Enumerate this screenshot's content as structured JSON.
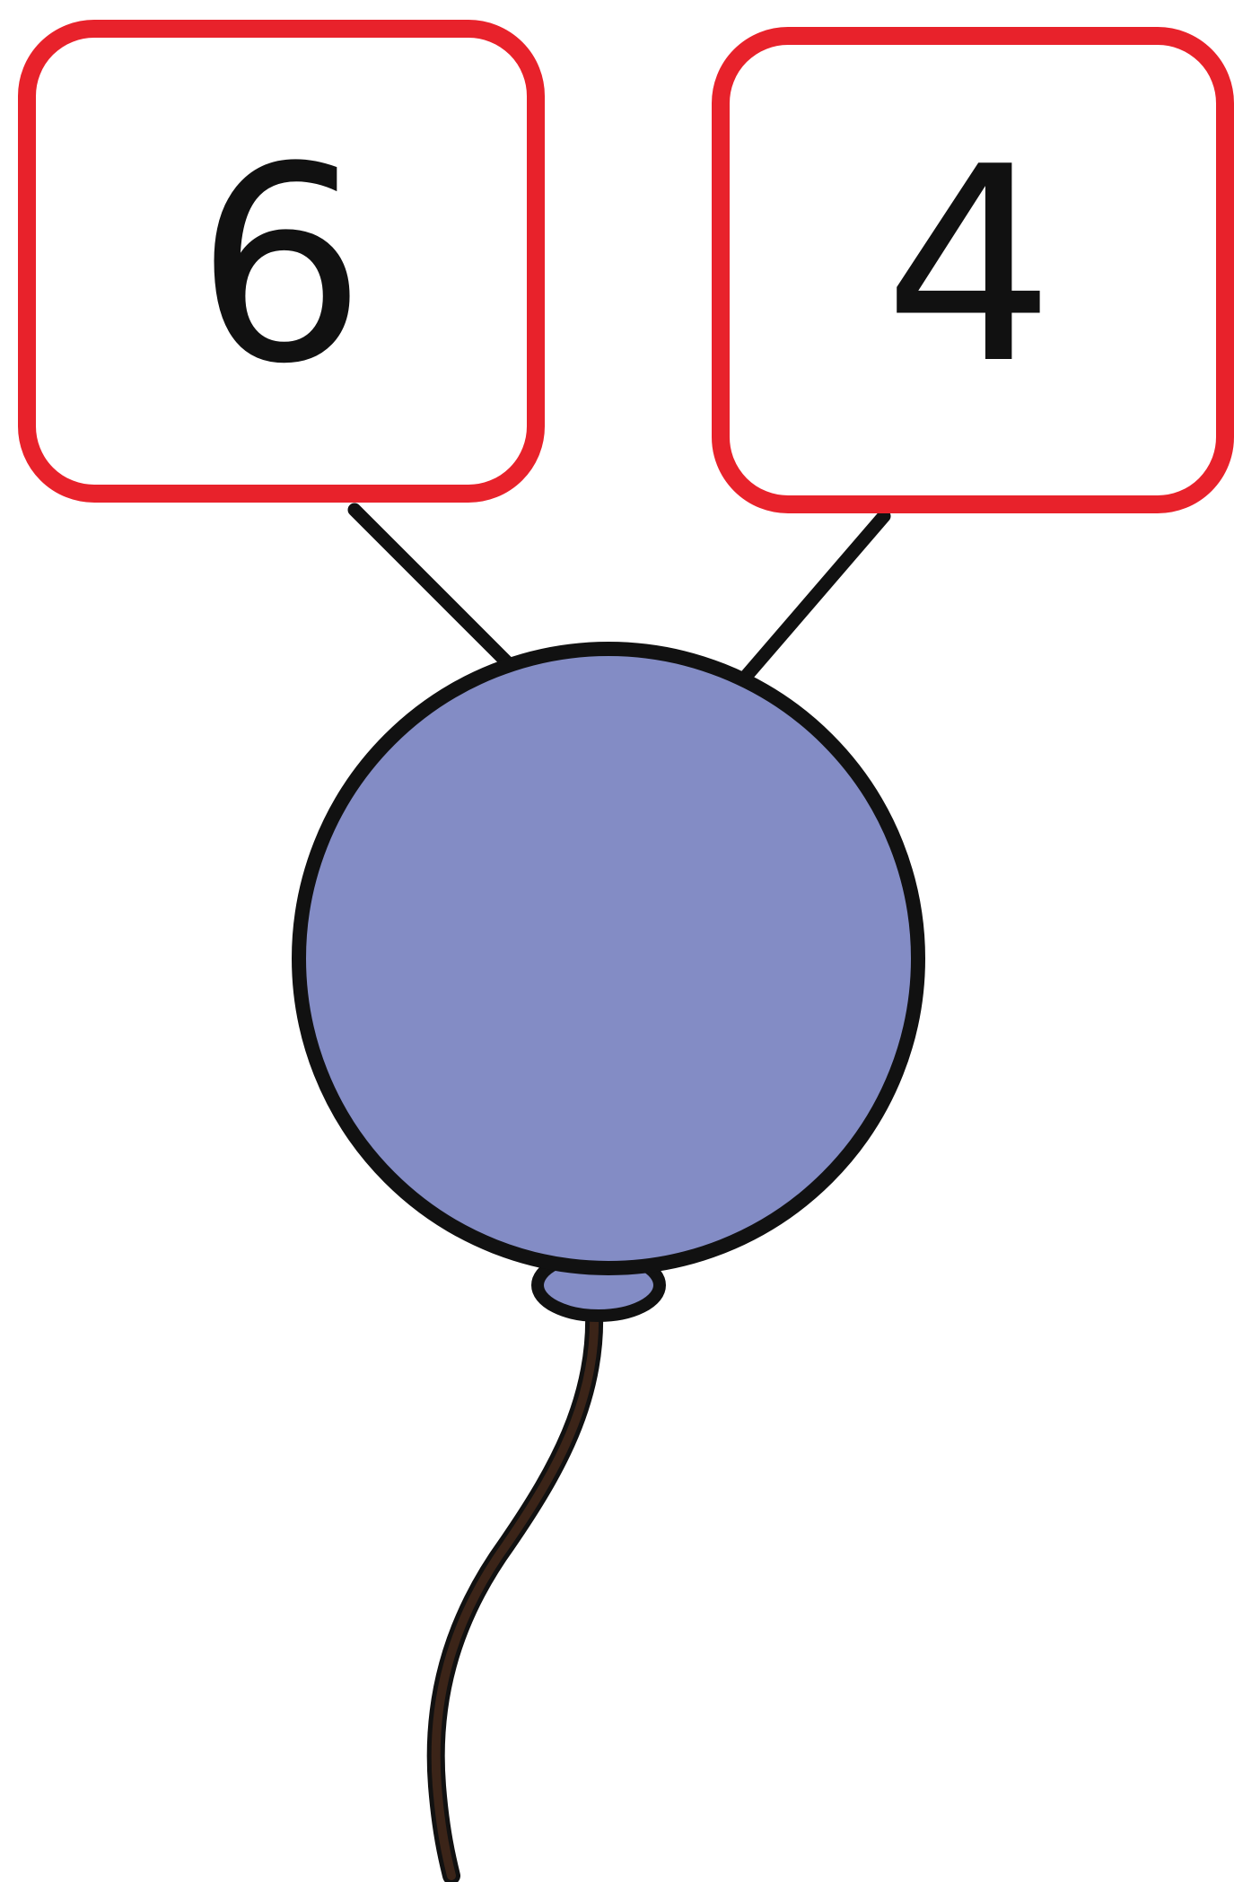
{
  "diagram": {
    "type": "part-whole balloon number bond",
    "left_part": {
      "value": "6"
    },
    "right_part": {
      "value": "4"
    },
    "whole": {
      "value": ""
    },
    "colors": {
      "box_border": "#e8222b",
      "box_fill": "#ffffff",
      "balloon_fill": "#838cc5",
      "outline": "#111111",
      "string": "#3b2418"
    }
  }
}
